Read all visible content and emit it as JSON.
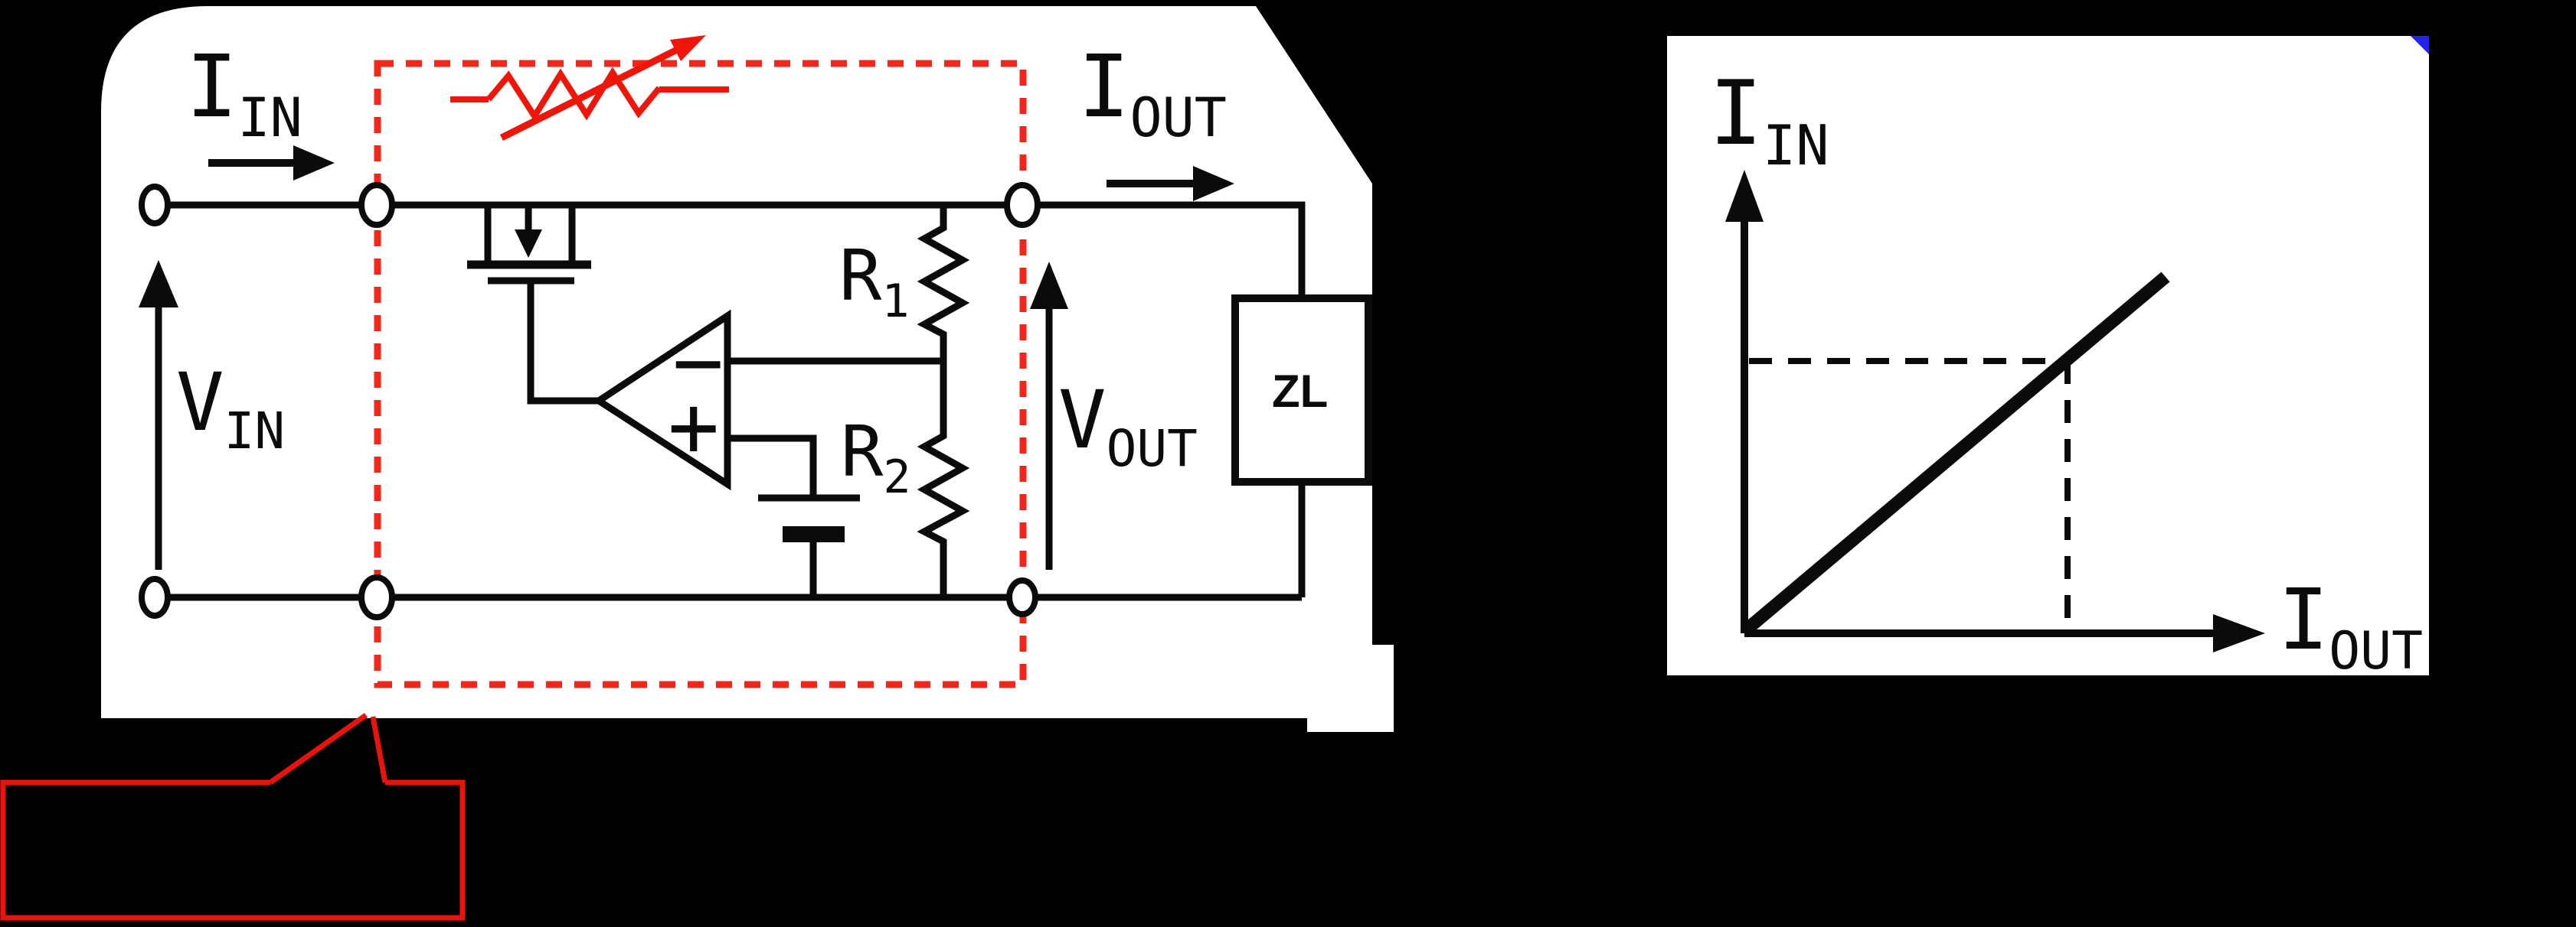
{
  "colors": {
    "background": "#000000",
    "panel": "#ffffff",
    "ink": "#0b0b0b",
    "red": "#ee1509",
    "dashed_red": "#f2271c",
    "corner_blue": "#2323f0"
  },
  "circuit_panel": {
    "labels": {
      "i_in": {
        "base": "I",
        "sub": "IN"
      },
      "i_out": {
        "base": "I",
        "sub": "OUT"
      },
      "v_in": {
        "base": "V",
        "sub": "IN"
      },
      "v_out": {
        "base": "V",
        "sub": "OUT"
      },
      "r1": {
        "base": "R",
        "sub": "1"
      },
      "r2": {
        "base": "R",
        "sub": "2"
      },
      "load": "ZL",
      "opamp_inverting": "−",
      "opamp_noninverting": "+"
    },
    "symbols": [
      "pass-transistor-mosfet",
      "variable-resistor (red)",
      "error-amplifier-opamp",
      "voltage-reference-battery",
      "feedback-divider R1 R2",
      "load ZL",
      "regulator-boundary (red dashed box)"
    ],
    "callout_text": ""
  },
  "graph_panel": {
    "y_axis_label": {
      "base": "I",
      "sub": "IN"
    },
    "x_axis_label": {
      "base": "I",
      "sub": "OUT"
    }
  },
  "chart_data": {
    "type": "line",
    "title": "",
    "xlabel": "I_OUT",
    "ylabel": "I_IN",
    "x": [
      0,
      1
    ],
    "series": [
      {
        "name": "I_IN vs I_OUT",
        "values": [
          0,
          1
        ]
      }
    ],
    "annotations": [
      "straight line through origin at ~45 degrees (I_IN equals I_OUT)",
      "dashed horizontal and vertical guide lines meeting the line at ~0.76 of full scale"
    ],
    "xlim": "unlabeled (qualitative)",
    "ylim": "unlabeled (qualitative)",
    "grid": false,
    "legend": false
  }
}
